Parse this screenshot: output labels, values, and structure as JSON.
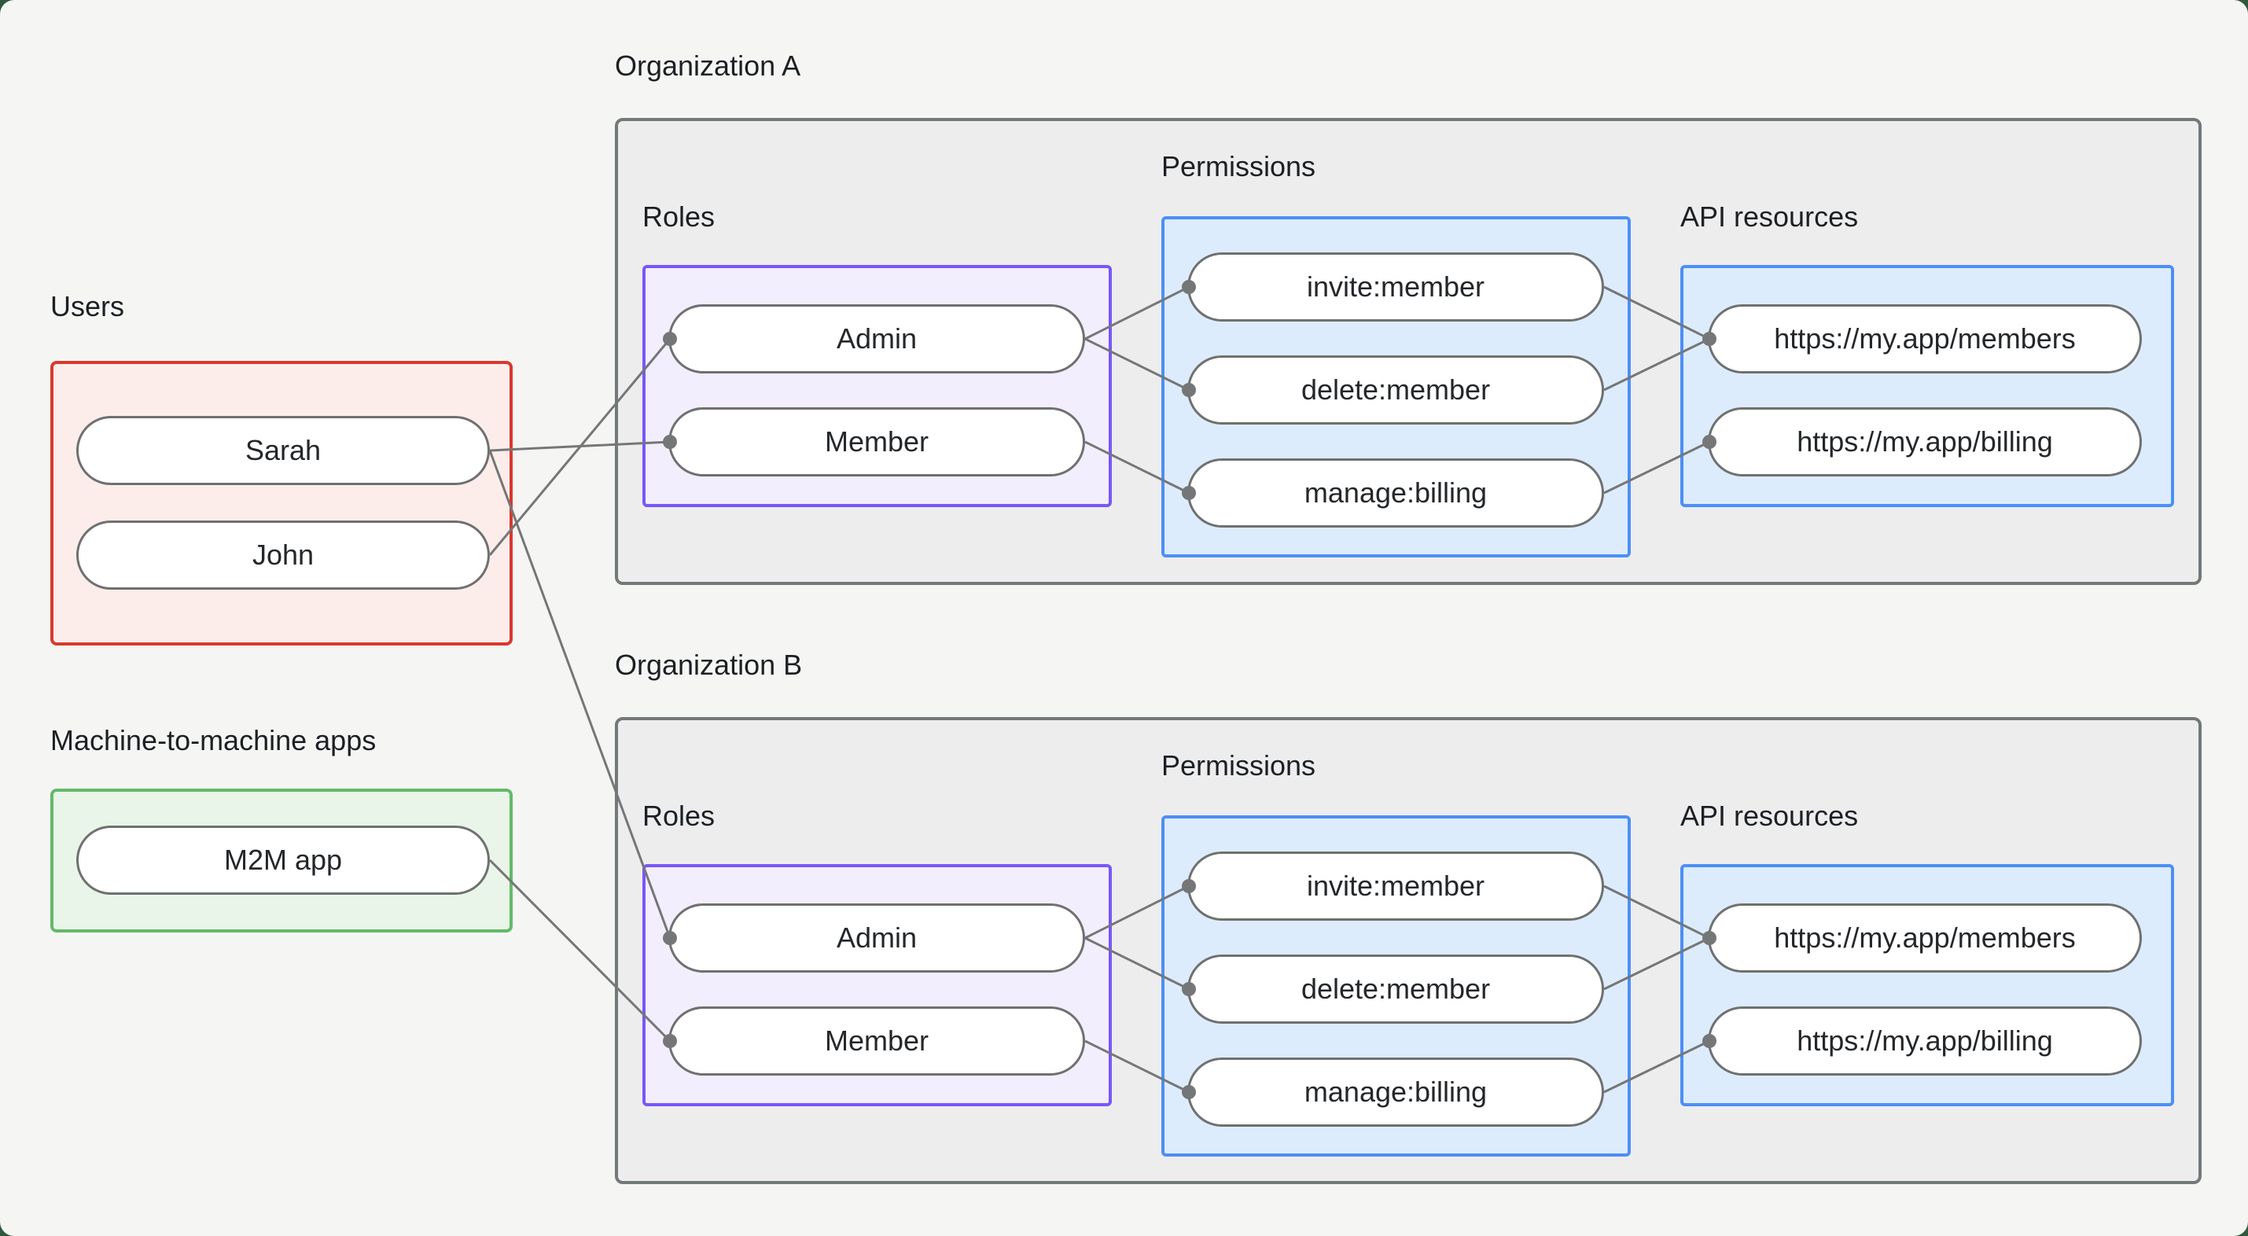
{
  "sections": {
    "users": {
      "title": "Users",
      "items": [
        "Sarah",
        "John"
      ]
    },
    "m2m": {
      "title": "Machine-to-machine apps",
      "items": [
        "M2M app"
      ]
    }
  },
  "organizations": [
    {
      "title": "Organization A",
      "roles_label": "Roles",
      "roles": [
        "Admin",
        "Member"
      ],
      "permissions_label": "Permissions",
      "permissions": [
        "invite:member",
        "delete:member",
        "manage:billing"
      ],
      "api_label": "API resources",
      "api_resources": [
        "https://my.app/members",
        "https://my.app/billing"
      ]
    },
    {
      "title": "Organization B",
      "roles_label": "Roles",
      "roles": [
        "Admin",
        "Member"
      ],
      "permissions_label": "Permissions",
      "permissions": [
        "invite:member",
        "delete:member",
        "manage:billing"
      ],
      "api_label": "API resources",
      "api_resources": [
        "https://my.app/members",
        "https://my.app/billing"
      ]
    }
  ],
  "connections": [
    {
      "from": "Sarah",
      "to": "Organization A / Member"
    },
    {
      "from": "John",
      "to": "Organization A / Admin"
    },
    {
      "from": "Sarah",
      "to": "Organization B / Admin"
    },
    {
      "from": "M2M app",
      "to": "Organization B / Member"
    },
    {
      "from": "Organization A / Admin",
      "to": "Organization A / invite:member"
    },
    {
      "from": "Organization A / Admin",
      "to": "Organization A / delete:member"
    },
    {
      "from": "Organization A / Member",
      "to": "Organization A / manage:billing"
    },
    {
      "from": "Organization A / invite:member",
      "to": "Organization A / https://my.app/members"
    },
    {
      "from": "Organization A / delete:member",
      "to": "Organization A / https://my.app/members"
    },
    {
      "from": "Organization A / manage:billing",
      "to": "Organization A / https://my.app/billing"
    },
    {
      "from": "Organization B / Admin",
      "to": "Organization B / invite:member"
    },
    {
      "from": "Organization B / Admin",
      "to": "Organization B / delete:member"
    },
    {
      "from": "Organization B / Member",
      "to": "Organization B / manage:billing"
    },
    {
      "from": "Organization B / invite:member",
      "to": "Organization B / https://my.app/members"
    },
    {
      "from": "Organization B / delete:member",
      "to": "Organization B / https://my.app/members"
    },
    {
      "from": "Organization B / manage:billing",
      "to": "Organization B / https://my.app/billing"
    }
  ],
  "colors": {
    "page_background": "#f5f6f4",
    "window_backdrop": "#2e5a3d",
    "org_fill": "#ededee",
    "org_border": "#737879",
    "users_fill": "#fcedeb",
    "users_border": "#d9382d",
    "m2m_fill": "#e9f5e9",
    "m2m_border": "#63ba67",
    "roles_fill": "#f3eefe",
    "roles_border": "#7857f8",
    "permissions_fill": "#ddecfd",
    "permissions_border": "#4c8ff7",
    "connector": "#757677",
    "pill_border": "#6f7070",
    "text": "#1c2024"
  }
}
